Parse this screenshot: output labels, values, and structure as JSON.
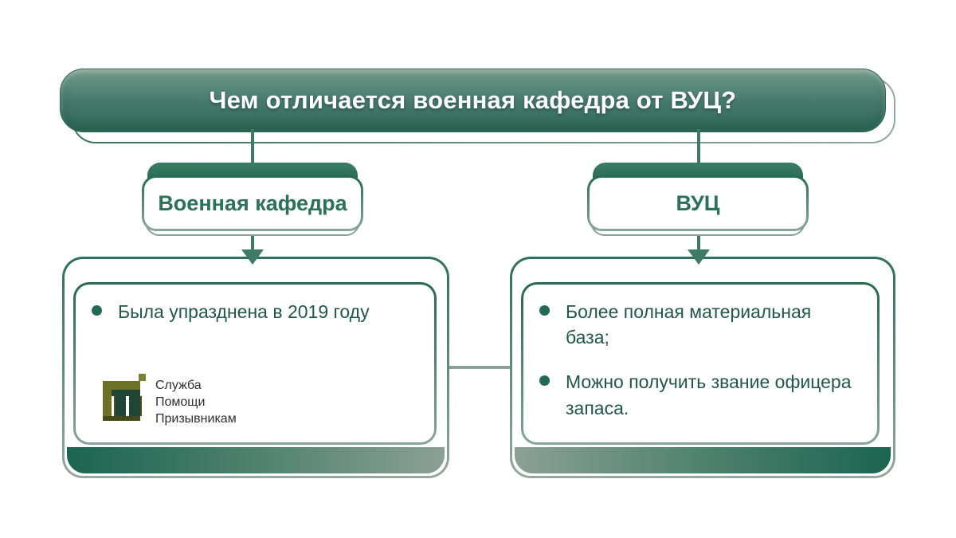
{
  "title": "Чем отличается военная кафедра от ВУЦ?",
  "left_column": {
    "label": "Военная кафедра",
    "bullets": [
      "Была упразднена в 2019 году"
    ]
  },
  "right_column": {
    "label": "ВУЦ",
    "bullets": [
      "Более полная материальная база;",
      "Можно получить звание офицера запаса."
    ]
  },
  "logo": {
    "line1": "Служба",
    "line2": "Помощи",
    "line3": "Призывникам"
  },
  "icons": {
    "arrow_down": "arrow-down-icon",
    "logo_mark": "sluzhba-pomoshchi-prizyvnikam-logo"
  },
  "colors": {
    "banner_top": "#7c9e8f",
    "banner_bottom": "#2e6a56",
    "pill_text": "#2b7257",
    "bullet_text": "#215848",
    "connector": "#3e7b67",
    "strip_dark": "#1b654f",
    "strip_light": "#8ba194",
    "logo_olive": "#6d7126",
    "logo_dark": "#1e4536"
  }
}
